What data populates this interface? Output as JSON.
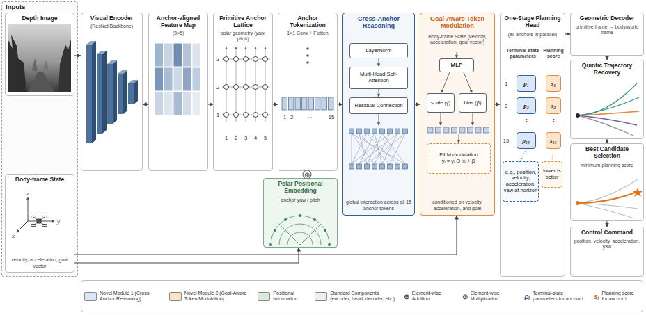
{
  "diagram": {
    "nodes": [
      {
        "text": [
          "Inputs"
        ]
      },
      {
        "text": [
          "Depth Image"
        ],
        "in": 0
      },
      {
        "text": [
          "Body-frame State",
          "velocity, acceleration, goal vector"
        ],
        "in": 0
      },
      {
        "text": [
          "Visual Encoder",
          "(ResNet Backbone)"
        ]
      },
      {
        "text": [
          "Anchor-aligned Feature Map",
          "(3×5)"
        ]
      },
      {
        "text": [
          "Primitive Anchor Lattice",
          "polar geometry (yaw, pitch)"
        ]
      },
      {
        "text": [
          "Anchor Tokenization",
          "1×1 Conv + Flatten"
        ]
      },
      {
        "text": [
          "Cross-Anchor Reasoning",
          "global interaction across all 15 anchor tokens"
        ]
      },
      {
        "text": [
          "LayerNorm"
        ],
        "in": 7
      },
      {
        "text": [
          "Multi-Head Self-Attention"
        ],
        "in": 7
      },
      {
        "text": [
          "Residual Connection"
        ],
        "in": 7
      },
      {
        "text": [
          "Goal-Aware Token Modulation",
          "Body-frame State (velocity, acceleration, goal vector)",
          "conditioned on velocity, acceleration, and goal"
        ]
      },
      {
        "text": [
          "MLP"
        ],
        "in": 11
      },
      {
        "text": [
          "scale (γ)"
        ],
        "in": 11
      },
      {
        "text": [
          "bias (β)"
        ],
        "in": 11
      },
      {
        "text": [
          "FiLM modulation",
          "yᵢ = γᵢ ⊙ xᵢ + βᵢ"
        ],
        "in": 11
      },
      {
        "text": [
          "One-Stage Planning Head",
          "(all anchors in parallel)",
          "Terminal-state parameters",
          "Planning score"
        ]
      },
      {
        "text": [
          "p₁"
        ],
        "in": 16
      },
      {
        "text": [
          "s₁"
        ],
        "in": 16
      },
      {
        "text": [
          "p₂"
        ],
        "in": 16
      },
      {
        "text": [
          "s₂"
        ],
        "in": 16
      },
      {
        "text": [
          "p₁₅"
        ],
        "in": 16
      },
      {
        "text": [
          "s₁₅"
        ],
        "in": 16
      },
      {
        "text": [
          "e.g., position, velocity, acceleration, yaw at horizon"
        ],
        "in": 16
      },
      {
        "text": [
          "lower is better"
        ],
        "in": 16
      },
      {
        "text": [
          "Geometric Decoder",
          "primitive frame → body/world frame"
        ]
      },
      {
        "text": [
          "Quintic Trajectory Recovery"
        ]
      },
      {
        "text": [
          "Best Candidate Selection",
          "minimum planning score"
        ]
      },
      {
        "text": [
          "Control Command",
          "position, velocity, acceleration, yaw"
        ]
      },
      {
        "text": [
          "Polar Positional Embedding",
          "anchor yaw / pitch"
        ]
      }
    ],
    "edges": [
      {
        "from": 1,
        "to": 3,
        "arrow": "to"
      },
      {
        "from": 3,
        "to": 4,
        "arrow": "both"
      },
      {
        "from": 4,
        "to": 5,
        "arrow": "to"
      },
      {
        "from": 5,
        "to": 6,
        "arrow": "to"
      },
      {
        "from": 29,
        "to": 6,
        "arrow": "to"
      },
      {
        "from": 6,
        "to": 7,
        "arrow": "to"
      },
      {
        "from": 7,
        "to": 11,
        "arrow": "to"
      },
      {
        "from": 11,
        "to": 16,
        "arrow": "to"
      },
      {
        "from": 16,
        "to": 25,
        "arrow": "to"
      },
      {
        "from": 25,
        "to": 26,
        "arrow": "to"
      },
      {
        "from": 26,
        "to": 27,
        "arrow": "to"
      },
      {
        "from": 27,
        "to": 28,
        "arrow": "to"
      },
      {
        "from": 2,
        "to": 29,
        "arrow": "to"
      },
      {
        "from": 2,
        "to": 11,
        "arrow": "to"
      }
    ],
    "labels": [
      "3",
      "2",
      "1",
      "1",
      "2",
      "3",
      "4",
      "5",
      "1",
      "2",
      "···",
      "15",
      "⊕",
      "1",
      "2",
      "⋮",
      "⋮",
      "15",
      "z",
      "x",
      "y",
      "⊕",
      "⊙",
      "pᵢ",
      "sᵢ"
    ],
    "legend": [
      {
        "text": "Novel Module 1 (Cross-Anchor Reasoning)",
        "color": "#d9e6f5"
      },
      {
        "text": "Novel Module 2 (Goal-Aware Token Modulation)",
        "color": "#fbe2c8"
      },
      {
        "text": "Positional Information",
        "color": "#d7eadc"
      },
      {
        "text": "Standard Components (encoder, head, decoder, etc.)",
        "color": "#eeeeee"
      },
      {
        "text": "Element-wise Addition"
      },
      {
        "text": "Element-wise Multiplication"
      },
      {
        "text": "Terminal-state parameters for anchor i"
      },
      {
        "text": "Planning score for anchor i"
      }
    ]
  }
}
